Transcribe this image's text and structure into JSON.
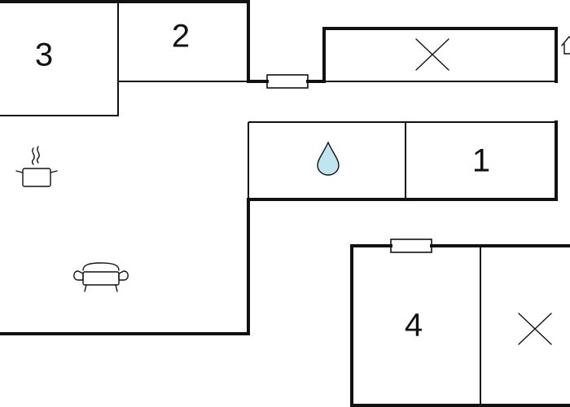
{
  "floorplan": {
    "rooms": [
      {
        "id": "room-3",
        "number": "3"
      },
      {
        "id": "room-2",
        "number": "2"
      },
      {
        "id": "room-1",
        "number": "1"
      },
      {
        "id": "room-4",
        "number": "4"
      }
    ],
    "icons": [
      {
        "id": "storage-x-top",
        "name": "cross-icon"
      },
      {
        "id": "storage-x-bottom",
        "name": "cross-icon"
      },
      {
        "id": "bathroom",
        "name": "water-drop-icon"
      },
      {
        "id": "kitchen",
        "name": "cooking-pot-icon"
      },
      {
        "id": "living",
        "name": "sofa-icon"
      },
      {
        "id": "entrance",
        "name": "house-icon"
      }
    ],
    "colors": {
      "walls": "#111111",
      "water_drop": "#bfe6ef",
      "background": "#ffffff"
    }
  }
}
